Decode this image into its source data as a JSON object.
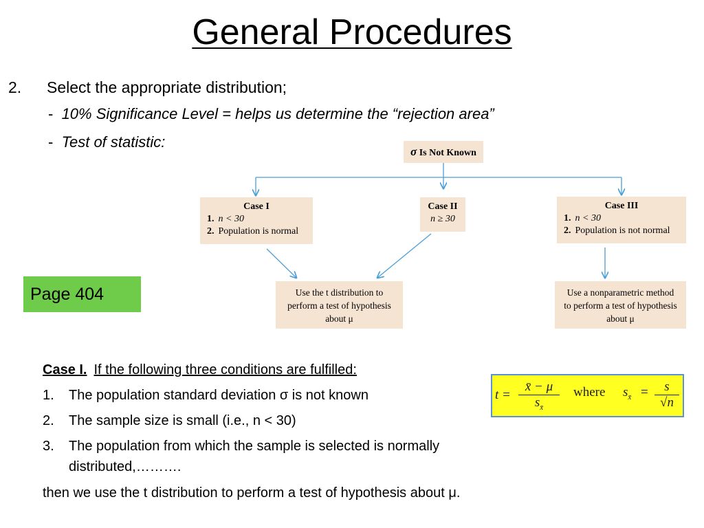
{
  "title": "General Procedures",
  "step": {
    "number": "2.",
    "text": "Select the appropriate distribution;",
    "bullets": [
      {
        "dash": "-",
        "text": "10% Significance Level = helps us determine the “rejection area”"
      },
      {
        "dash": "-",
        "text": "Test of statistic:"
      }
    ]
  },
  "flowchart": {
    "root": {
      "symbol": "σ",
      "text": "Is Not Known"
    },
    "case1": {
      "title": "Case I",
      "conditions": [
        {
          "num": "1.",
          "text": "n < 30"
        },
        {
          "num": "2.",
          "text": "Population is normal"
        }
      ]
    },
    "case2": {
      "title": "Case II",
      "condition": "n ≥ 30"
    },
    "case3": {
      "title": "Case III",
      "conditions": [
        {
          "num": "1.",
          "text": "n < 30"
        },
        {
          "num": "2.",
          "text": "Population is not normal"
        }
      ]
    },
    "result_t": {
      "line1": "Use the t distribution to",
      "line2": "perform a test of hypothesis",
      "line3": "about μ"
    },
    "result_nonparam": {
      "line1": "Use a nonparametric method",
      "line2": "to perform a test of hypothesis",
      "line3": "about μ"
    },
    "arrow_color": "#4a9fd8",
    "box_color": "#f6e4d3"
  },
  "page_ref": "Page 404",
  "case_section": {
    "label": "Case I.",
    "heading": "If the following three conditions are fulfilled:",
    "items": [
      {
        "num": "1.",
        "text": "The population standard deviation σ is not known"
      },
      {
        "num": "2.",
        "text": "The sample size is small (i.e., n < 30)"
      },
      {
        "num": "3.",
        "text": "The population from which the sample is selected is normally distributed,………."
      }
    ],
    "conclusion": "then we use the t distribution to perform a test of hypothesis about μ."
  },
  "formula": {
    "t": "t =",
    "numerator": "x̄ − μ",
    "denominator": "s",
    "where": "where",
    "s": "s",
    "equals": "=",
    "s_num": "s",
    "s_den": "√n"
  }
}
